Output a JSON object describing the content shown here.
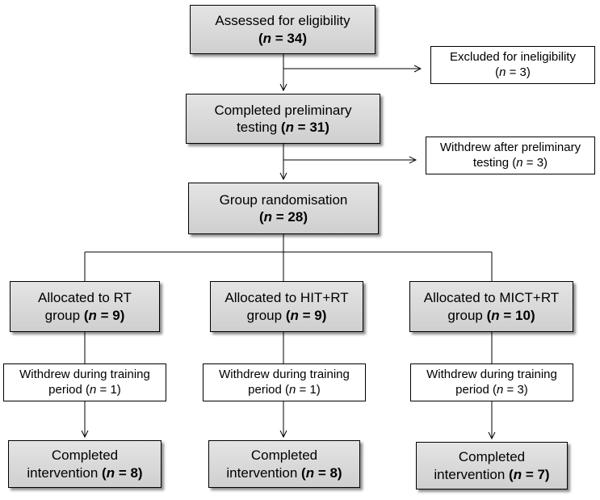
{
  "nodes": {
    "assessed": {
      "text": "Assessed for eligibility",
      "prefix": "(",
      "n_label": "n",
      "n_value": " = 34)"
    },
    "excluded": {
      "text": "Excluded for ineligibility",
      "prefix": "(",
      "n_label": "n",
      "n_value": " = 3)"
    },
    "prelim": {
      "text1": "Completed preliminary",
      "text2": "testing ",
      "prefix": "(",
      "n_label": "n",
      "n_value": " = 31)"
    },
    "withdrew_prelim": {
      "text1": "Withdrew after preliminary",
      "text2": "testing (",
      "n_label": "n",
      "n_value": " = 3)"
    },
    "randomisation": {
      "text": "Group randomisation",
      "prefix": "(",
      "n_label": "n",
      "n_value": " = 28)"
    },
    "alloc_rt": {
      "text1": "Allocated to RT",
      "text2": "group ",
      "prefix": "(",
      "n_label": "n",
      "n_value": " = 9)"
    },
    "alloc_hit": {
      "text1": "Allocated to HIT+RT",
      "text2": "group ",
      "prefix": "(",
      "n_label": "n",
      "n_value": " = 9)"
    },
    "alloc_mict": {
      "text1": "Allocated to MICT+RT",
      "text2": "group ",
      "prefix": "(",
      "n_label": "n",
      "n_value": " = 10)"
    },
    "withdrew_rt": {
      "text1": "Withdrew during training",
      "text2": "period (",
      "n_label": "n",
      "n_value": " = 1)"
    },
    "withdrew_hit": {
      "text1": "Withdrew during training",
      "text2": "period (",
      "n_label": "n",
      "n_value": " = 1)"
    },
    "withdrew_mict": {
      "text1": "Withdrew during training",
      "text2": "period (",
      "n_label": "n",
      "n_value": " = 3)"
    },
    "completed_rt": {
      "text1": "Completed",
      "text2": "intervention ",
      "prefix": "(",
      "n_label": "n",
      "n_value": " = 8)"
    },
    "completed_hit": {
      "text1": "Completed",
      "text2": "intervention ",
      "prefix": "(",
      "n_label": "n",
      "n_value": " = 8)"
    },
    "completed_mict": {
      "text1": "Completed",
      "text2": "intervention ",
      "prefix": "(",
      "n_label": "n",
      "n_value": " = 7)"
    }
  }
}
